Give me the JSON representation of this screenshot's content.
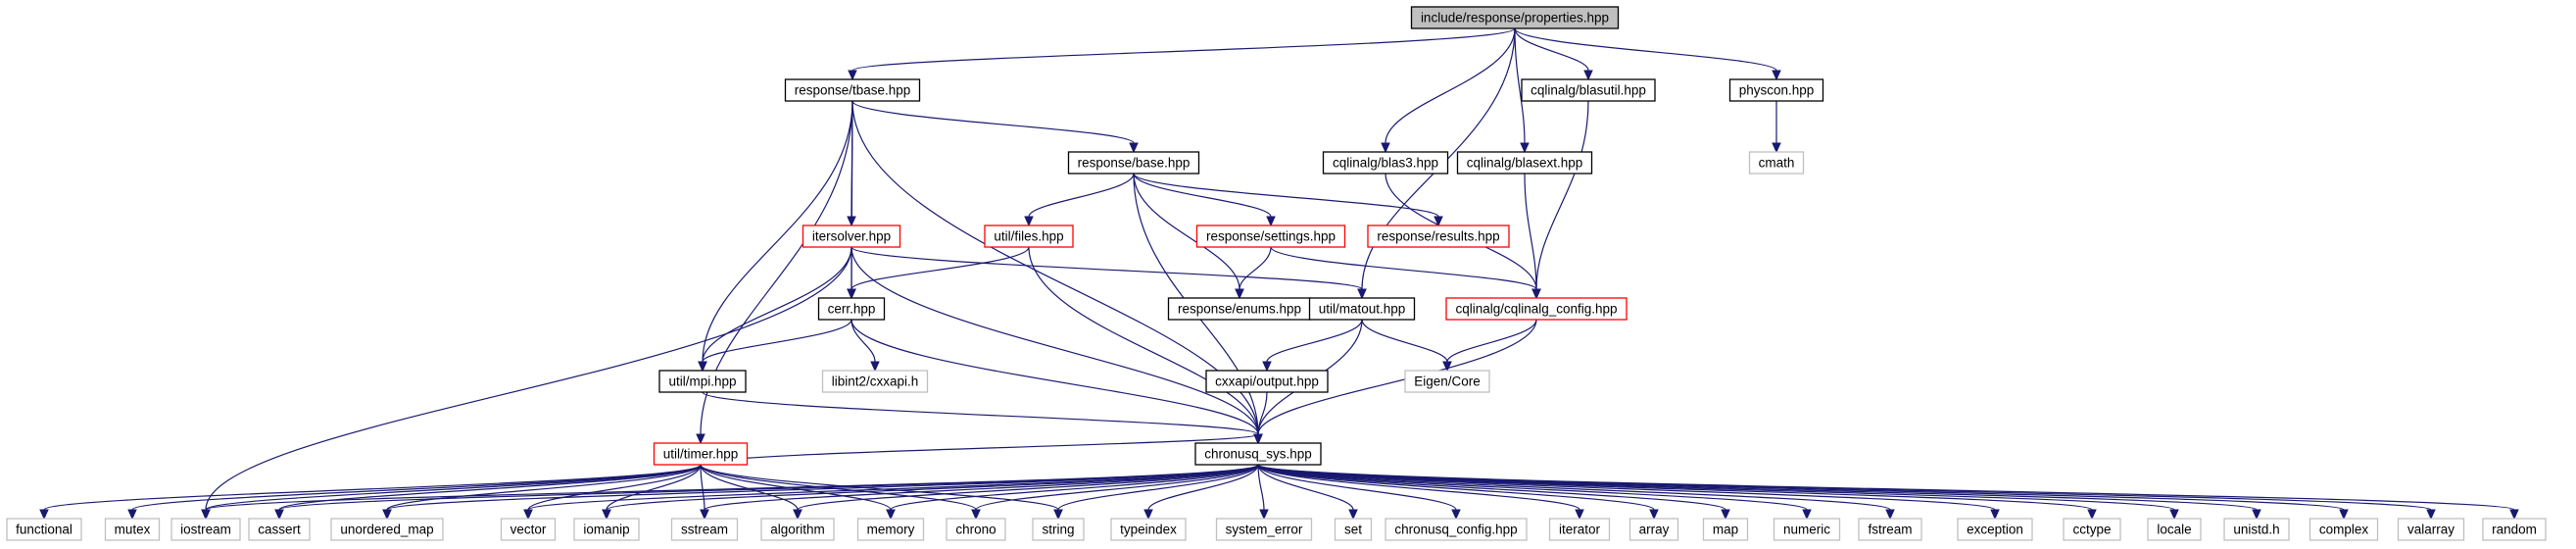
{
  "colors": {
    "edge": "#191970",
    "root_fill": "#bfbfbf",
    "documented_border": "#000000",
    "truncated_border": "#ff0000",
    "external_border": "#bfbfbf",
    "external_text": "#404040"
  },
  "graph": {
    "nodes": [
      {
        "id": "root",
        "label": "include/response/properties.hpp",
        "style": "root"
      },
      {
        "id": "tbase",
        "label": "response/tbase.hpp",
        "style": "doc"
      },
      {
        "id": "blasutil",
        "label": "cqlinalg/blasutil.hpp",
        "style": "doc"
      },
      {
        "id": "physcon",
        "label": "physcon.hpp",
        "style": "doc"
      },
      {
        "id": "cmath",
        "label": "cmath",
        "style": "ext"
      },
      {
        "id": "base",
        "label": "response/base.hpp",
        "style": "doc"
      },
      {
        "id": "blas3",
        "label": "cqlinalg/blas3.hpp",
        "style": "doc"
      },
      {
        "id": "blasext",
        "label": "cqlinalg/blasext.hpp",
        "style": "doc"
      },
      {
        "id": "itersolver",
        "label": "itersolver.hpp",
        "style": "red"
      },
      {
        "id": "files",
        "label": "util/files.hpp",
        "style": "red"
      },
      {
        "id": "settings",
        "label": "response/settings.hpp",
        "style": "red"
      },
      {
        "id": "results",
        "label": "response/results.hpp",
        "style": "red"
      },
      {
        "id": "cerr",
        "label": "cerr.hpp",
        "style": "doc"
      },
      {
        "id": "enums",
        "label": "response/enums.hpp",
        "style": "doc"
      },
      {
        "id": "matout",
        "label": "util/matout.hpp",
        "style": "doc"
      },
      {
        "id": "config",
        "label": "cqlinalg/cqlinalg_config.hpp",
        "style": "red"
      },
      {
        "id": "mpi",
        "label": "util/mpi.hpp",
        "style": "doc"
      },
      {
        "id": "cxxapi",
        "label": "libint2/cxxapi.h",
        "style": "ext"
      },
      {
        "id": "output",
        "label": "cxxapi/output.hpp",
        "style": "doc"
      },
      {
        "id": "eigen",
        "label": "Eigen/Core",
        "style": "ext"
      },
      {
        "id": "timer",
        "label": "util/timer.hpp",
        "style": "red"
      },
      {
        "id": "sys",
        "label": "chronusq_sys.hpp",
        "style": "doc"
      },
      {
        "id": "functional",
        "label": "functional",
        "style": "ext"
      },
      {
        "id": "mutex",
        "label": "mutex",
        "style": "ext"
      },
      {
        "id": "iostream",
        "label": "iostream",
        "style": "ext"
      },
      {
        "id": "cassert",
        "label": "cassert",
        "style": "ext"
      },
      {
        "id": "unordered_map",
        "label": "unordered_map",
        "style": "ext"
      },
      {
        "id": "vector",
        "label": "vector",
        "style": "ext"
      },
      {
        "id": "iomanip",
        "label": "iomanip",
        "style": "ext"
      },
      {
        "id": "sstream",
        "label": "sstream",
        "style": "ext"
      },
      {
        "id": "algorithm",
        "label": "algorithm",
        "style": "ext"
      },
      {
        "id": "memory",
        "label": "memory",
        "style": "ext"
      },
      {
        "id": "chrono",
        "label": "chrono",
        "style": "ext"
      },
      {
        "id": "string",
        "label": "string",
        "style": "ext"
      },
      {
        "id": "typeindex",
        "label": "typeindex",
        "style": "ext"
      },
      {
        "id": "system_error",
        "label": "system_error",
        "style": "ext"
      },
      {
        "id": "set",
        "label": "set",
        "style": "ext"
      },
      {
        "id": "chronusq_config",
        "label": "chronusq_config.hpp",
        "style": "ext"
      },
      {
        "id": "iterator",
        "label": "iterator",
        "style": "ext"
      },
      {
        "id": "array",
        "label": "array",
        "style": "ext"
      },
      {
        "id": "map",
        "label": "map",
        "style": "ext"
      },
      {
        "id": "numeric",
        "label": "numeric",
        "style": "ext"
      },
      {
        "id": "fstream",
        "label": "fstream",
        "style": "ext"
      },
      {
        "id": "exception",
        "label": "exception",
        "style": "ext"
      },
      {
        "id": "cctype",
        "label": "cctype",
        "style": "ext"
      },
      {
        "id": "locale",
        "label": "locale",
        "style": "ext"
      },
      {
        "id": "unistd",
        "label": "unistd.h",
        "style": "ext"
      },
      {
        "id": "complex",
        "label": "complex",
        "style": "ext"
      },
      {
        "id": "valarray",
        "label": "valarray",
        "style": "ext"
      },
      {
        "id": "random",
        "label": "random",
        "style": "ext"
      }
    ],
    "edges": [
      [
        "root",
        "tbase"
      ],
      [
        "root",
        "blasutil"
      ],
      [
        "root",
        "physcon"
      ],
      [
        "root",
        "blas3"
      ],
      [
        "root",
        "blasext"
      ],
      [
        "root",
        "matout"
      ],
      [
        "physcon",
        "cmath"
      ],
      [
        "tbase",
        "base"
      ],
      [
        "tbase",
        "itersolver"
      ],
      [
        "tbase",
        "cerr"
      ],
      [
        "tbase",
        "mpi"
      ],
      [
        "tbase",
        "timer"
      ],
      [
        "tbase",
        "sys"
      ],
      [
        "base",
        "files"
      ],
      [
        "base",
        "settings"
      ],
      [
        "base",
        "results"
      ],
      [
        "base",
        "enums"
      ],
      [
        "base",
        "sys"
      ],
      [
        "blas3",
        "config"
      ],
      [
        "blasext",
        "config"
      ],
      [
        "blasutil",
        "config"
      ],
      [
        "itersolver",
        "cerr"
      ],
      [
        "itersolver",
        "mpi"
      ],
      [
        "itersolver",
        "matout"
      ],
      [
        "itersolver",
        "sys"
      ],
      [
        "itersolver",
        "iostream"
      ],
      [
        "files",
        "cerr"
      ],
      [
        "files",
        "sys"
      ],
      [
        "settings",
        "enums"
      ],
      [
        "settings",
        "config"
      ],
      [
        "cerr",
        "mpi"
      ],
      [
        "cerr",
        "cxxapi"
      ],
      [
        "cerr",
        "sys"
      ],
      [
        "matout",
        "output"
      ],
      [
        "matout",
        "eigen"
      ],
      [
        "matout",
        "sys"
      ],
      [
        "config",
        "eigen"
      ],
      [
        "config",
        "sys"
      ],
      [
        "mpi",
        "sys"
      ],
      [
        "output",
        "sys"
      ],
      [
        "timer",
        "functional"
      ],
      [
        "timer",
        "mutex"
      ],
      [
        "timer",
        "iostream"
      ],
      [
        "timer",
        "cassert"
      ],
      [
        "timer",
        "unordered_map"
      ],
      [
        "timer",
        "vector"
      ],
      [
        "timer",
        "iomanip"
      ],
      [
        "timer",
        "sstream"
      ],
      [
        "timer",
        "algorithm"
      ],
      [
        "timer",
        "memory"
      ],
      [
        "timer",
        "chrono"
      ],
      [
        "timer",
        "string"
      ],
      [
        "timer",
        "sys"
      ],
      [
        "sys",
        "iostream"
      ],
      [
        "sys",
        "cassert"
      ],
      [
        "sys",
        "unordered_map"
      ],
      [
        "sys",
        "vector"
      ],
      [
        "sys",
        "iomanip"
      ],
      [
        "sys",
        "sstream"
      ],
      [
        "sys",
        "algorithm"
      ],
      [
        "sys",
        "memory"
      ],
      [
        "sys",
        "chrono"
      ],
      [
        "sys",
        "string"
      ],
      [
        "sys",
        "typeindex"
      ],
      [
        "sys",
        "system_error"
      ],
      [
        "sys",
        "set"
      ],
      [
        "sys",
        "chronusq_config"
      ],
      [
        "sys",
        "iterator"
      ],
      [
        "sys",
        "array"
      ],
      [
        "sys",
        "map"
      ],
      [
        "sys",
        "numeric"
      ],
      [
        "sys",
        "fstream"
      ],
      [
        "sys",
        "exception"
      ],
      [
        "sys",
        "cctype"
      ],
      [
        "sys",
        "locale"
      ],
      [
        "sys",
        "unistd"
      ],
      [
        "sys",
        "complex"
      ],
      [
        "sys",
        "valarray"
      ],
      [
        "sys",
        "random"
      ]
    ]
  }
}
